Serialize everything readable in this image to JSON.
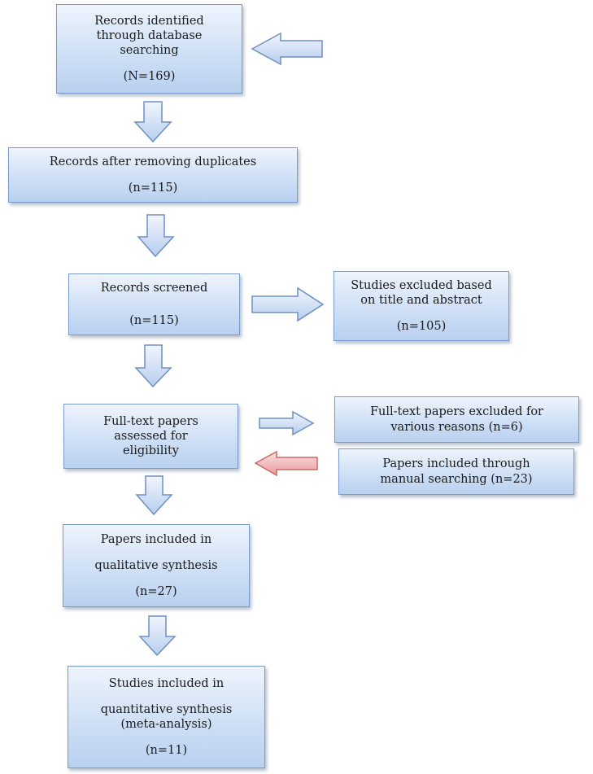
{
  "identification": {
    "line1": "Records identified",
    "line2": "through database",
    "line3": "searching",
    "count": "(N=169)"
  },
  "duplicates": {
    "label": "Records after removing duplicates",
    "count": "(n=115)"
  },
  "screened": {
    "label": "Records screened",
    "count": "(n=115)"
  },
  "excluded_title": {
    "line1": "Studies excluded based",
    "line2": "on title and abstract",
    "count": "(n=105)"
  },
  "fulltext": {
    "line1": "Full-text papers",
    "line2": "assessed for",
    "line3": "eligibility"
  },
  "excluded_fulltext": {
    "line1": "Full-text papers excluded for",
    "line2": "various reasons (n=6)"
  },
  "manual": {
    "line1": "Papers included through",
    "line2": "manual searching (n=23)"
  },
  "qualitative": {
    "line1": "Papers included in",
    "line2": "qualitative synthesis",
    "count": "(n=27)"
  },
  "quantitative": {
    "line1": "Studies included in",
    "line2": "quantitative synthesis",
    "line3": "(meta-analysis)",
    "count": "(n=11)"
  }
}
